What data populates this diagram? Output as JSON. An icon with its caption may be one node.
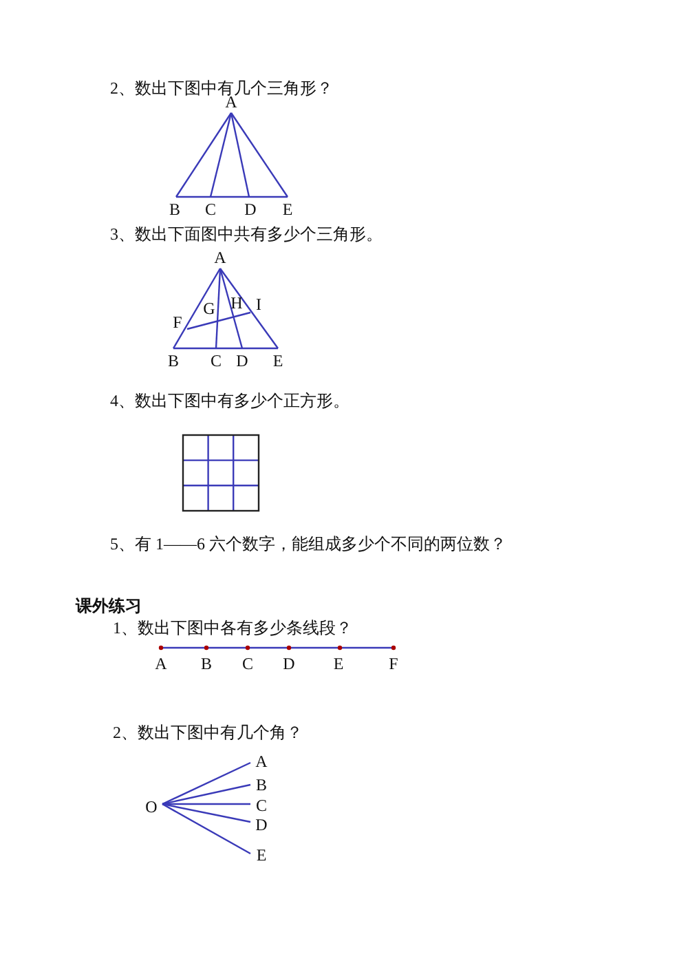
{
  "diagram": {
    "labels": [
      "2、数出下图中有几个三角形？",
      "A",
      "B",
      "C",
      "D",
      "E",
      "3、数出下面图中共有多少个三角形。",
      "A",
      "G",
      "H",
      "I",
      "F",
      "B",
      "C",
      "D",
      "E",
      "4、数出下图中有多少个正方形。",
      "5、有 1——6 六个数字，能组成多少个不同的两位数？",
      "课外练习",
      "1、数出下图中各有多少条线段？",
      "A",
      "B",
      "C",
      "D",
      "E",
      "F",
      "2、数出下图中有几个角？",
      "A",
      "B",
      "O",
      "C",
      "D",
      "E"
    ]
  }
}
